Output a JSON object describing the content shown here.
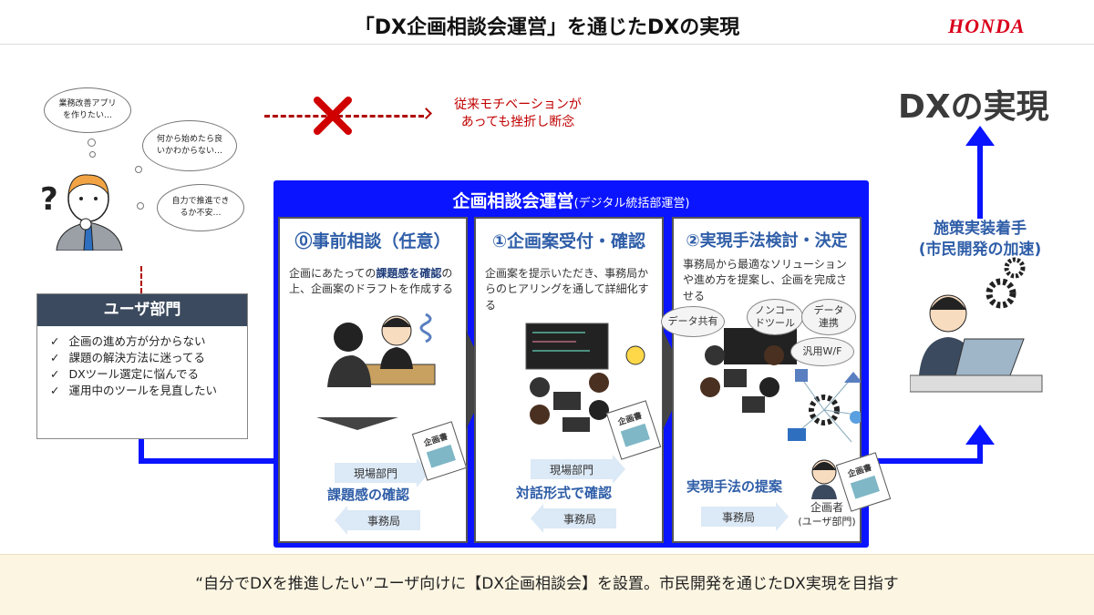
{
  "header": {
    "title": "「DX企画相談会運営」を通じたDXの実現",
    "logo": "HONDA"
  },
  "thoughts": [
    "業務改善アプリを作りたい…",
    "何から始めたら良いかわからない…",
    "自力で推進できるか不安…"
  ],
  "failure_note": {
    "line1": "従来モチベーションが",
    "line2": "あっても挫折し断念"
  },
  "goal": "DXの実現",
  "user_dept": {
    "title": "ユーザ部門",
    "items": [
      "企画の進め方が分からない",
      "課題の解決方法に迷ってる",
      "DXツール選定に悩んでる",
      "運用中のツールを見直したい"
    ],
    "check": "✓"
  },
  "consult": {
    "title": "企画相談会運営",
    "subtitle": "(デジタル統括部運営)",
    "panels": [
      {
        "heading": "⓪事前相談（任意）",
        "desc_pre": "企画にあたっての",
        "desc_bold": "課題感を確認",
        "desc_post": "の上、企画案のドラフトを作成する",
        "arrow_right": "現場部門",
        "center": "課題感の確認",
        "arrow_left": "事務局",
        "doc": "企画書"
      },
      {
        "heading": "①企画案受付・確認",
        "desc": "企画案を提示いただき、事務局からのヒアリングを通して詳細化する",
        "arrow_right": "現場部門",
        "center": "対話形式で確認",
        "arrow_left": "事務局",
        "doc": "企画書"
      },
      {
        "heading": "②実現手法検討・決定",
        "desc": "事務局から最適なソリューションや進め方を提案し、企画を完成させる",
        "bubbles": [
          "データ共有",
          "ノンコードツール",
          "データ連携",
          "汎用W/F"
        ],
        "center": "実現手法の提案",
        "arrow_right": "事務局",
        "planner": "企画者",
        "planner_sub": "(ユーザ部門)",
        "doc": "企画書"
      }
    ]
  },
  "next_step": {
    "line1": "施策実装着手",
    "line2": "(市民開発の加速)"
  },
  "footer": "“自分でDXを推進したい”ユーザ向けに【DX企画相談会】を設置。市民開発を通じたDX実現を目指す",
  "colors": {
    "blue": "#0a14ff",
    "heading_blue": "#2f5ea8",
    "red": "#c00000",
    "dark": "#3b4a5e"
  }
}
